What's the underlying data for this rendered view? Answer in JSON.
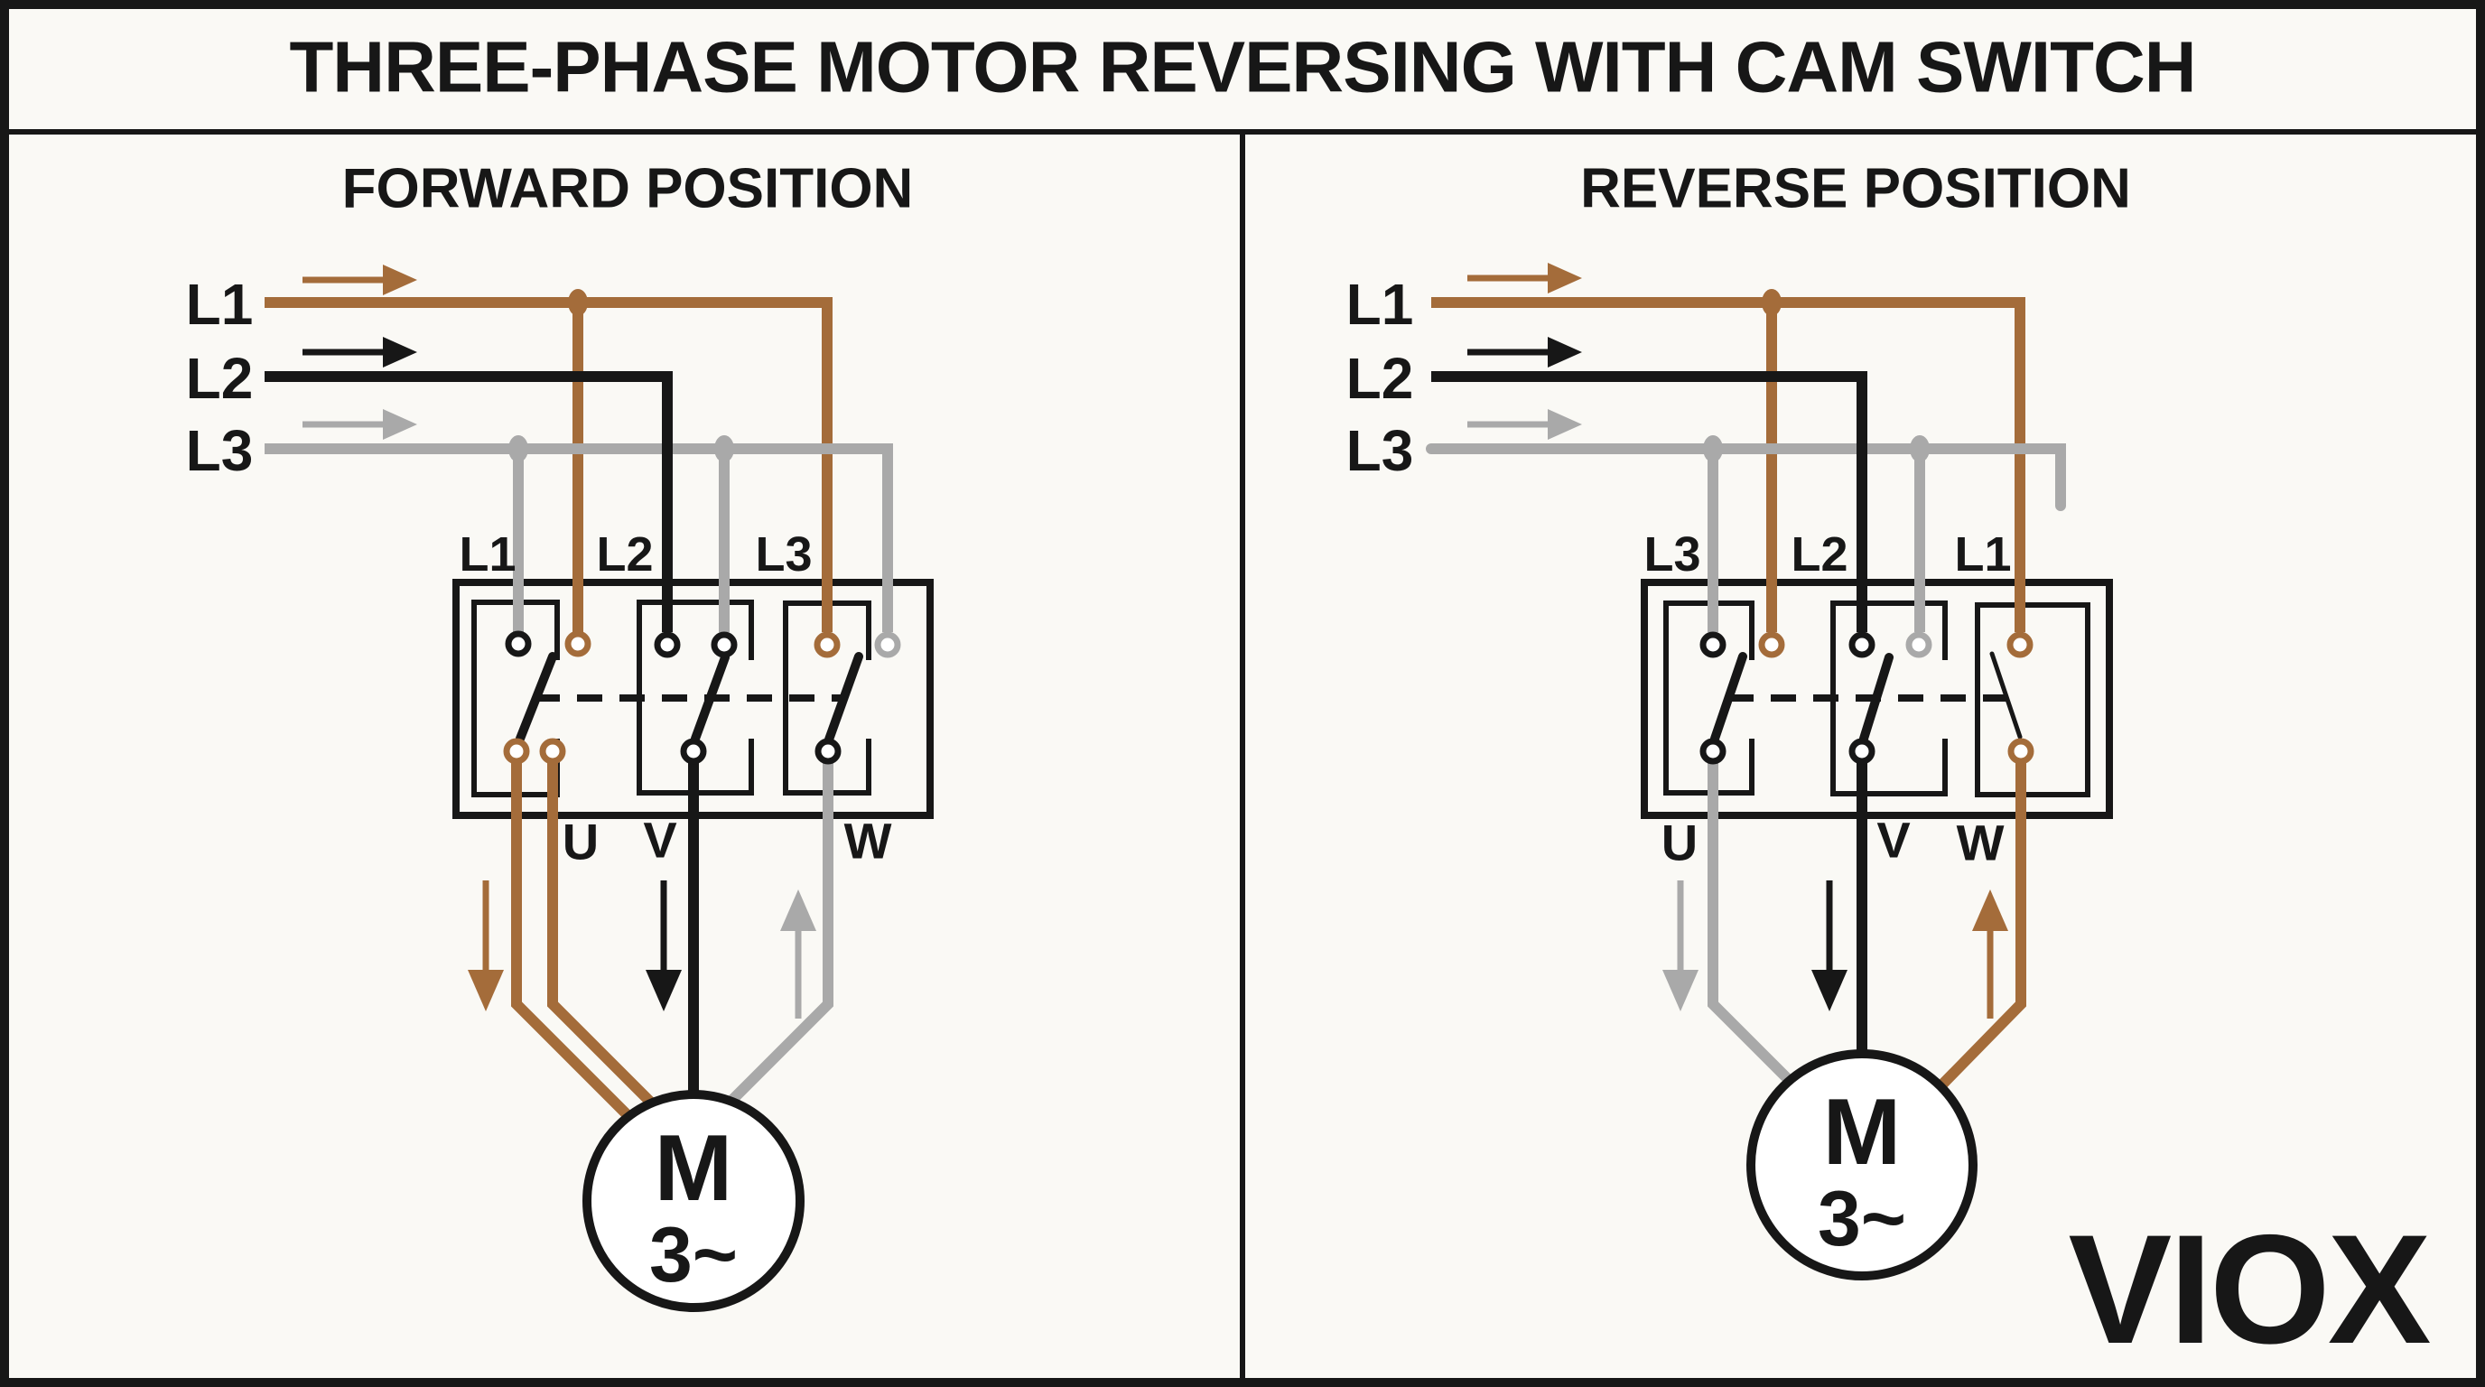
{
  "title": "THREE-PHASE MOTOR REVERSING WITH CAM SWITCH",
  "brand_logo": "VIOX",
  "colors": {
    "brown": "#A46C3A",
    "black": "#171717",
    "gray": "#A9A9A9",
    "background": "#FAF9F5",
    "white": "#FFFFFF"
  },
  "panels": [
    {
      "heading": "FORWARD POSITION",
      "feed_labels": [
        "L1",
        "L2",
        "L3"
      ],
      "switch_labels": [
        "L1",
        "L2",
        "L3"
      ],
      "output_labels": [
        "U",
        "V",
        "W"
      ],
      "motor_letter": "M",
      "motor_phase": "3~"
    },
    {
      "heading": "REVERSE POSITION",
      "feed_labels": [
        "L1",
        "L2",
        "L3"
      ],
      "switch_labels": [
        "L3",
        "L2",
        "L1"
      ],
      "output_labels": [
        "U",
        "V",
        "W"
      ],
      "motor_letter": "M",
      "motor_phase": "3~"
    }
  ]
}
